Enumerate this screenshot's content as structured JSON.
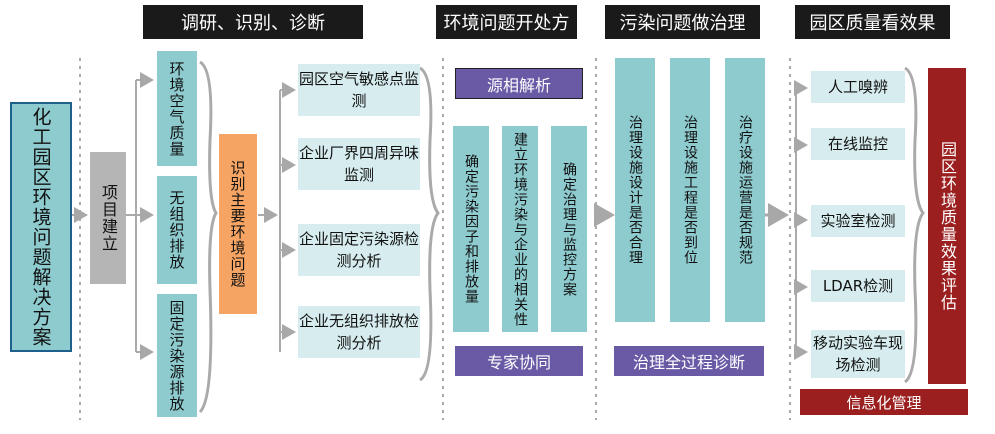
{
  "headers": {
    "research": "调研、识别、诊断",
    "prescription": "环境问题开处方",
    "treatment": "污染问题做治理",
    "results": "园区质量看效果"
  },
  "left_box": "化工园区环境问题解决方案",
  "project": "项目建立",
  "topics": [
    "环境空气质量",
    "无组织排放",
    "固定污染源排放"
  ],
  "identify": "识别主要环境问题",
  "monitors": [
    "园区空气敏感点监测",
    "企业厂界四周异味监测",
    "企业固定污染源检测分析",
    "企业无组织排放检测分析"
  ],
  "source_analysis": "源相解析",
  "prescribe_cols": [
    "确定污染因子和排放量",
    "建立环境污染与企业的相关性",
    "确定治理与监控方案"
  ],
  "expert": "专家协同",
  "treat_cols": [
    "治理设施设计是否合理",
    "治理设施工程是否到位",
    "治疗设施运营是否规范"
  ],
  "diagnosis": "治理全过程诊断",
  "checks": [
    "人工嗅辨",
    "在线监控",
    "实验室检测",
    "LDAR检测",
    "移动实验车现场检测"
  ],
  "evaluation": "园区环境质量效果评估",
  "info_mgmt": "信息化管理",
  "colors": {
    "teal": "#8ecbcf",
    "teal_light": "#d6ecee",
    "purple": "#6a5aa6",
    "orange": "#f5a463",
    "gray": "#b5b5b5",
    "dark_red": "#9b1f1f",
    "header": "#1a1a1a"
  }
}
